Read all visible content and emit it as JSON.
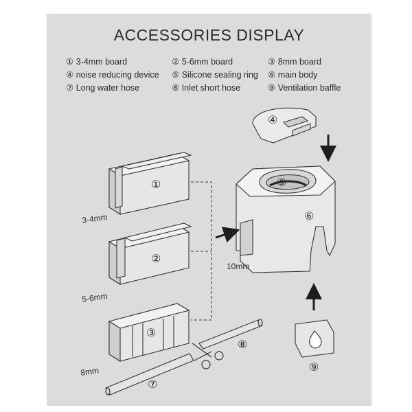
{
  "title": "ACCESSORIES DISPLAY",
  "legend": [
    {
      "num": "①",
      "text": "3-4mm board"
    },
    {
      "num": "②",
      "text": "5-6mm board"
    },
    {
      "num": "③",
      "text": "8mm board"
    },
    {
      "num": "④",
      "text": "noise reducing device"
    },
    {
      "num": "⑤",
      "text": "Silicone sealing ring"
    },
    {
      "num": "⑥",
      "text": "main body"
    },
    {
      "num": "⑦",
      "text": "Long water hose"
    },
    {
      "num": "⑧",
      "text": "Inlet short hose"
    },
    {
      "num": "⑨",
      "text": "Ventilation baffle"
    }
  ],
  "parts": {
    "board1": {
      "num": "①",
      "size": "3-4mm"
    },
    "board2": {
      "num": "②",
      "size": "5-6mm"
    },
    "board3": {
      "num": "③",
      "size": "8mm"
    },
    "noise_device": {
      "num": "④"
    },
    "sealing_ring": {
      "num": "⑤"
    },
    "main_body": {
      "num": "⑥",
      "size": "10mm"
    },
    "long_hose": {
      "num": "⑦"
    },
    "short_hose": {
      "num": "⑧"
    },
    "baffle": {
      "num": "⑨"
    }
  },
  "colors": {
    "background": "#dcdcdc",
    "ink": "#2b2b2b",
    "part_fill": "#e6e6e6"
  }
}
